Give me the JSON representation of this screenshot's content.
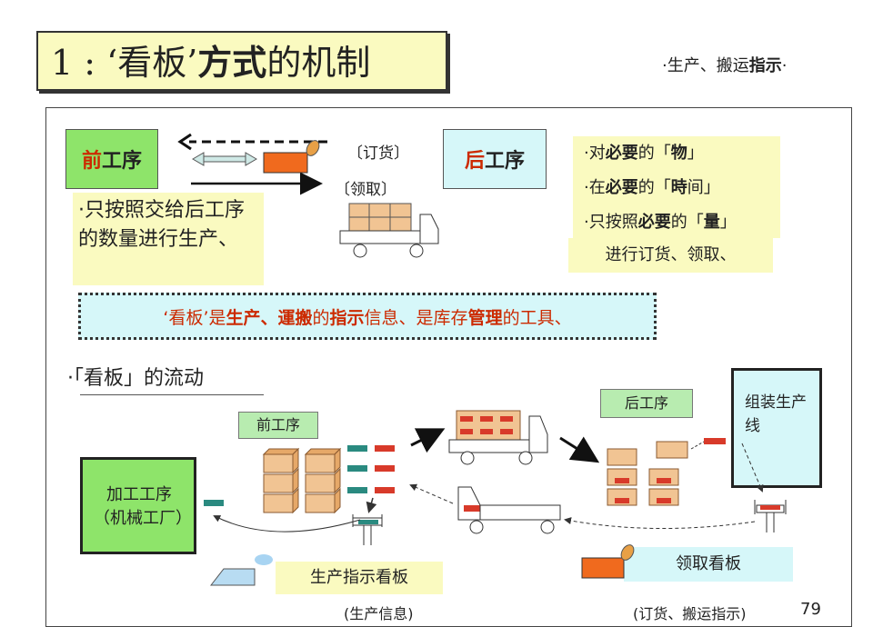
{
  "title": {
    "prefix": "1 : ‘看板’",
    "bold": "方式",
    "suffix": "的机制"
  },
  "header_right": {
    "part1": "·生产、搬运",
    "bold": "指示",
    "part2": "·"
  },
  "top": {
    "front_process": {
      "red": "前",
      "rest": "工序"
    },
    "back_process": {
      "red": "后",
      "rest": "工序"
    },
    "order_label": "〔订货〕",
    "pickup_label": "〔领取〕",
    "left_note": "·只按照交给后工序的数量进行生产、",
    "right_note": {
      "line1": [
        "·对",
        "必要",
        "的「",
        "物",
        "」"
      ],
      "line2": [
        "·在",
        "必要",
        "的「",
        "時",
        "间」"
      ],
      "line3": [
        "·只按照",
        "必要",
        "的「",
        "量",
        "」"
      ],
      "line4": "进行订货、领取、"
    }
  },
  "banner": {
    "parts": [
      {
        "t": "‘看板’是",
        "s": "o"
      },
      {
        "t": "生产、運搬",
        "s": "ob"
      },
      {
        "t": "的",
        "s": "o"
      },
      {
        "t": "指示",
        "s": "ob"
      },
      {
        "t": "信息、是库存",
        "s": "o"
      },
      {
        "t": "管理",
        "s": "ob"
      },
      {
        "t": "的工具、",
        "s": "o"
      }
    ]
  },
  "flow": {
    "title": "·「看板」的流动",
    "front_label": "前工序",
    "back_label": "后工序",
    "assembly": "组装生产线",
    "machining": "加工工序（机械工厂）",
    "production_kanban": "生产指示看板",
    "pickup_kanban": "领取看板",
    "production_info": "(生产信息)",
    "order_info": "(订货、搬运指示)"
  },
  "page_number": "79",
  "colors": {
    "green": "#8ee46a",
    "cyan": "#d6f7f9",
    "yellow": "#fafac0",
    "red": "#cc2a00",
    "orange": "#f06a1e",
    "box_tan": "#f1c493",
    "teal_card": "#2a8a80"
  }
}
